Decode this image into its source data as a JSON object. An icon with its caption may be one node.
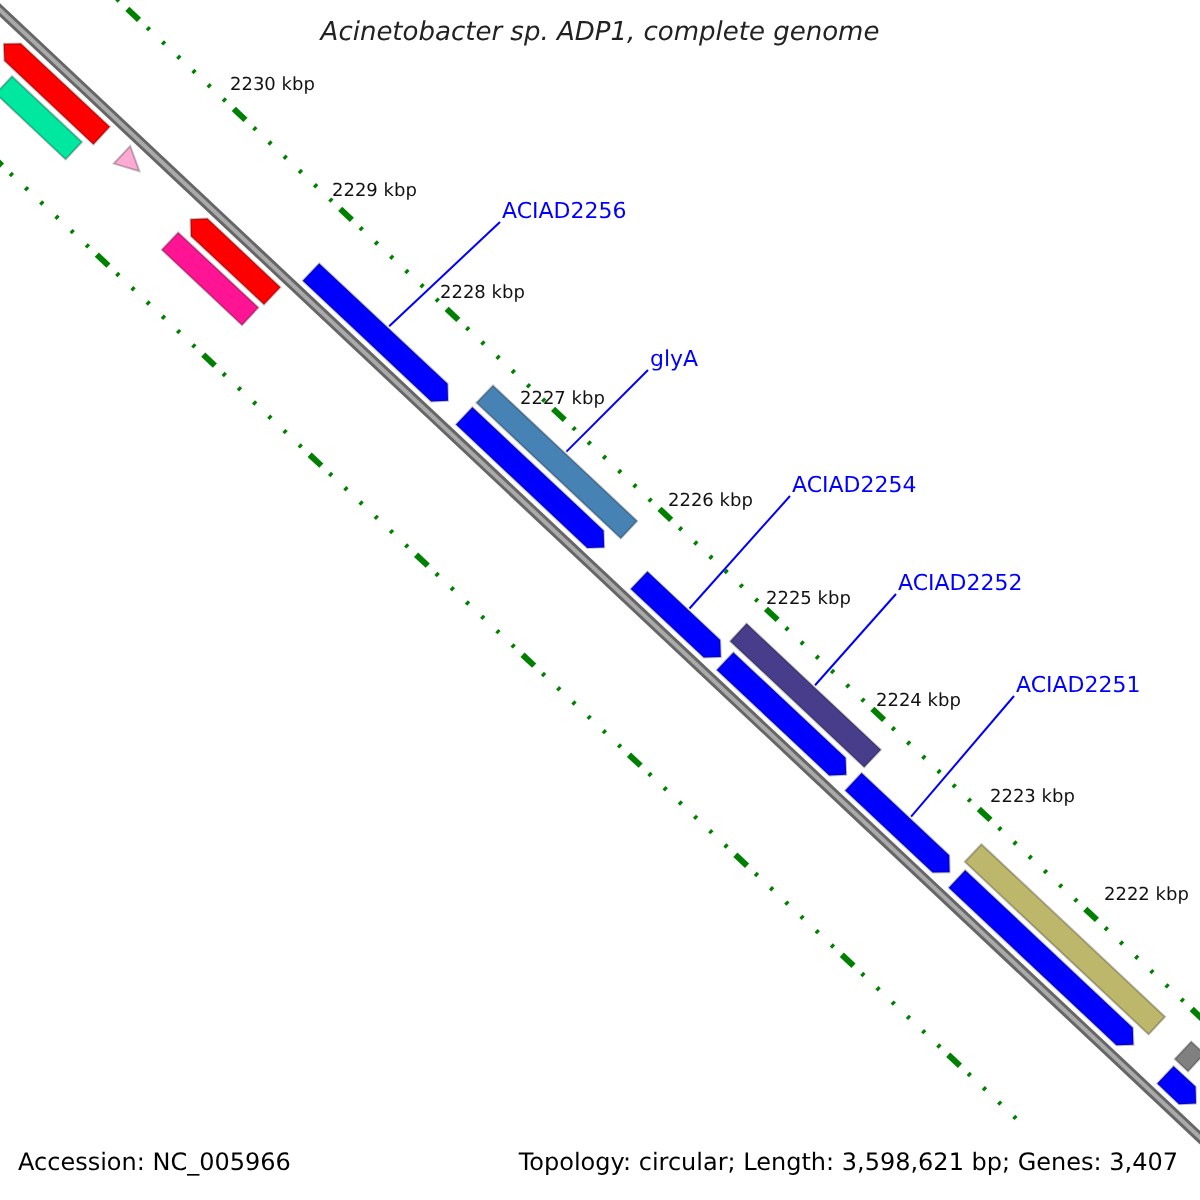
{
  "diagram": {
    "title": "Acinetobacter sp. ADP1, complete genome",
    "nodes": [
      {
        "text": [
          "ACIAD2256"
        ]
      },
      {
        "text": [
          "glyA"
        ]
      },
      {
        "text": [
          "ACIAD2254"
        ]
      },
      {
        "text": [
          "ACIAD2252"
        ]
      },
      {
        "text": [
          "ACIAD2251"
        ]
      },
      {
        "text": [],
        "shape": "bar"
      },
      {
        "text": [],
        "shape": "arrow"
      },
      {
        "text": [],
        "shape": "triangle"
      },
      {
        "text": [],
        "shape": "bar"
      },
      {
        "text": [],
        "shape": "arrow"
      },
      {
        "text": [],
        "shape": "arrow"
      },
      {
        "text": [],
        "shape": "arrow"
      },
      {
        "text": [],
        "shape": "bar"
      },
      {
        "text": [],
        "shape": "arrow"
      },
      {
        "text": [],
        "shape": "bar"
      },
      {
        "text": [],
        "shape": "arrow"
      },
      {
        "text": [],
        "shape": "arrow"
      },
      {
        "text": [],
        "shape": "bar"
      },
      {
        "text": [],
        "shape": "arrow"
      },
      {
        "text": [],
        "shape": "bar"
      },
      {
        "text": [],
        "shape": "arrow"
      }
    ],
    "edges": [
      {
        "from": 0,
        "to": 10,
        "arrow": "none"
      },
      {
        "from": 1,
        "to": 12,
        "arrow": "none"
      },
      {
        "from": 2,
        "to": 13,
        "arrow": "none"
      },
      {
        "from": 3,
        "to": 14,
        "arrow": "none"
      },
      {
        "from": 4,
        "to": 16,
        "arrow": "none"
      }
    ],
    "labels": [
      "2230 kbp",
      "2229 kbp",
      "2228 kbp",
      "2227 kbp",
      "2226 kbp",
      "2225 kbp",
      "2224 kbp",
      "2223 kbp",
      "2222 kbp",
      "Accession: NC_005966",
      "Topology: circular; Length: 3,598,621 bp; Genes: 3,407"
    ]
  }
}
